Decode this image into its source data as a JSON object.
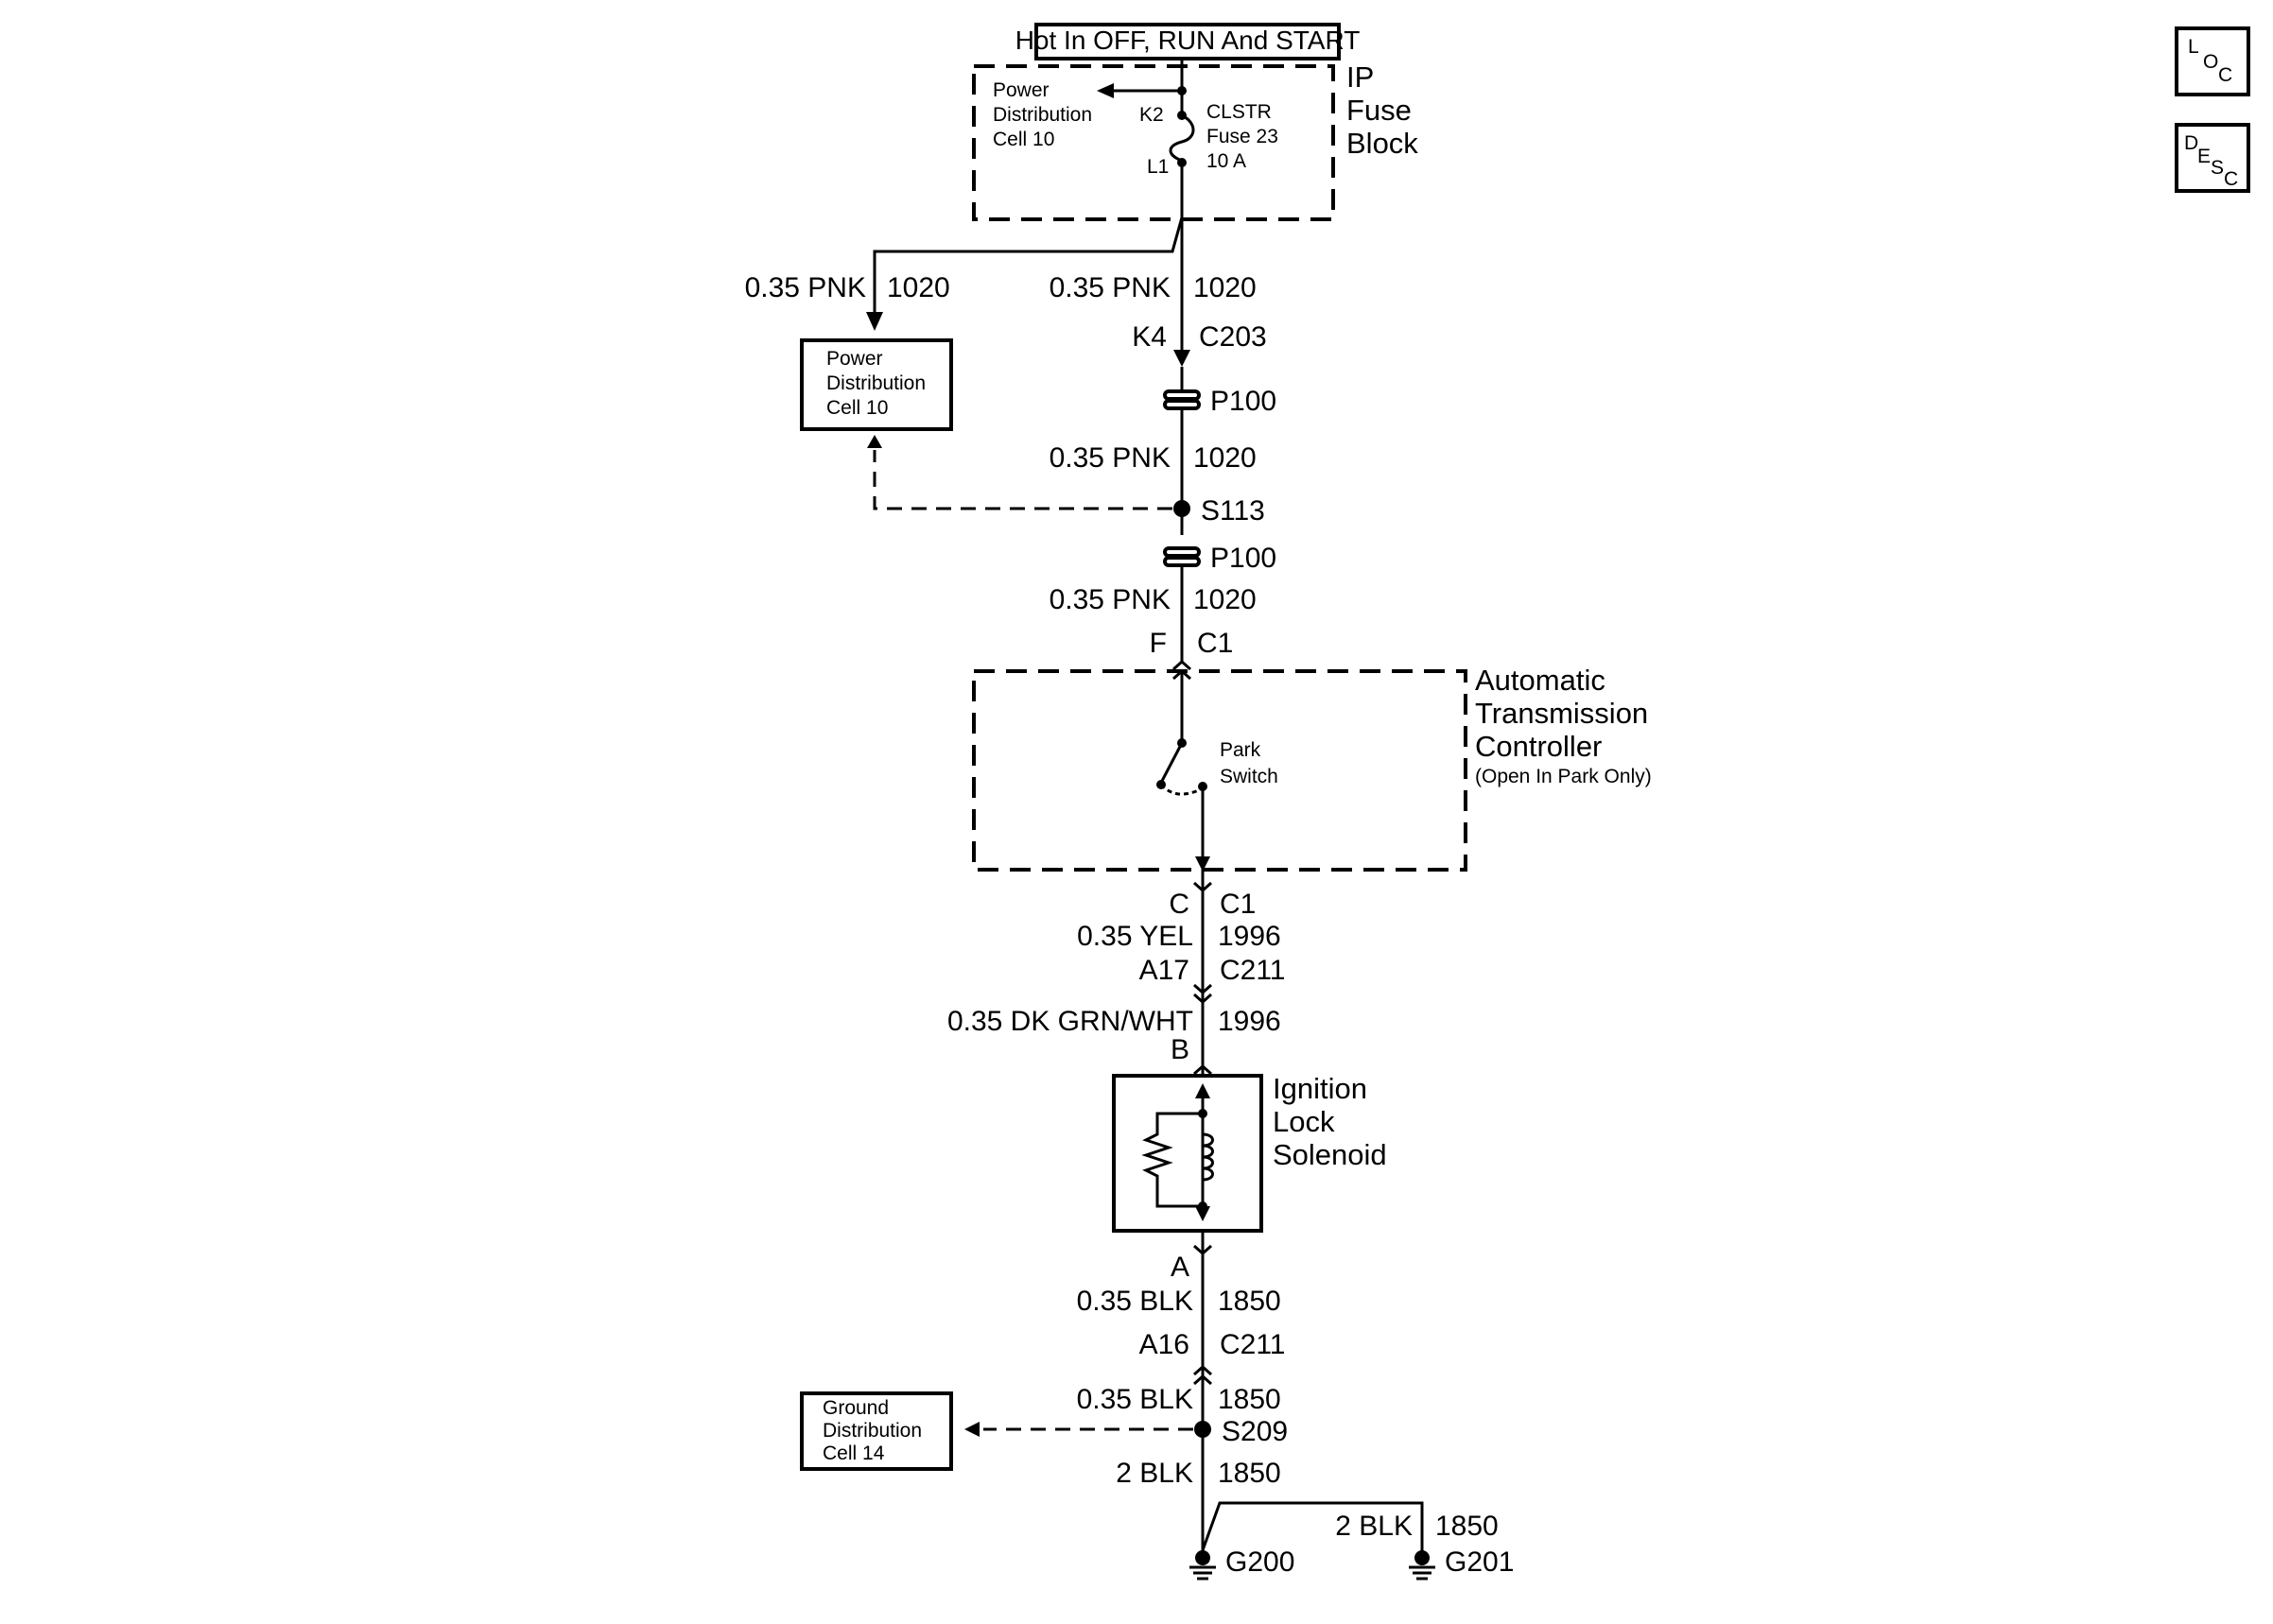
{
  "banner": "Hot In OFF, RUN And START",
  "fuse_block": {
    "title_1": "IP",
    "title_2": "Fuse",
    "title_3": "Block",
    "power_dist_1": "Power",
    "power_dist_2": "Distribution",
    "power_dist_3": "Cell 10",
    "pin_top": "K2",
    "pin_bottom": "L1",
    "fuse_1": "CLSTR",
    "fuse_2": "Fuse 23",
    "fuse_3": "10 A"
  },
  "branch": {
    "wire": "0.35 PNK",
    "circuit": "1020",
    "box_1": "Power",
    "box_2": "Distribution",
    "box_3": "Cell 10"
  },
  "segments": {
    "w1_wire": "0.35 PNK",
    "w1_circuit": "1020",
    "c203_pin": "K4",
    "c203": "C203",
    "p100_a": "P100",
    "w2_wire": "0.35 PNK",
    "w2_circuit": "1020",
    "s113": "S113",
    "p100_b": "P100",
    "w3_wire": "0.35 PNK",
    "w3_circuit": "1020",
    "c1_top_pin": "F",
    "c1_top": "C1",
    "c1_bot_pin": "C",
    "c1_bot": "C1",
    "w4_wire": "0.35 YEL",
    "w4_circuit": "1996",
    "c211_a_pin": "A17",
    "c211_a": "C211",
    "w5_wire": "0.35 DK GRN/WHT",
    "w5_circuit": "1996",
    "sol_pin_b": "B",
    "sol_pin_a": "A",
    "w6_wire": "0.35 BLK",
    "w6_circuit": "1850",
    "c211_b_pin": "A16",
    "c211_b": "C211",
    "w7_wire": "0.35 BLK",
    "w7_circuit": "1850",
    "s209": "S209",
    "w8_wire": "2 BLK",
    "w8_circuit": "1850",
    "w9_wire": "2 BLK",
    "w9_circuit": "1850",
    "g200": "G200",
    "g201": "G201"
  },
  "tcm": {
    "title_1": "Automatic",
    "title_2": "Transmission",
    "title_3": "Controller",
    "note": "(Open In Park Only)",
    "switch_1": "Park",
    "switch_2": "Switch"
  },
  "solenoid": {
    "title_1": "Ignition",
    "title_2": "Lock",
    "title_3": "Solenoid"
  },
  "ground_box": {
    "line_1": "Ground",
    "line_2": "Distribution",
    "line_3": "Cell 14"
  },
  "side_buttons": {
    "loc": [
      "L",
      "O",
      "C"
    ],
    "desc": [
      "D",
      "E",
      "S",
      "C"
    ]
  }
}
